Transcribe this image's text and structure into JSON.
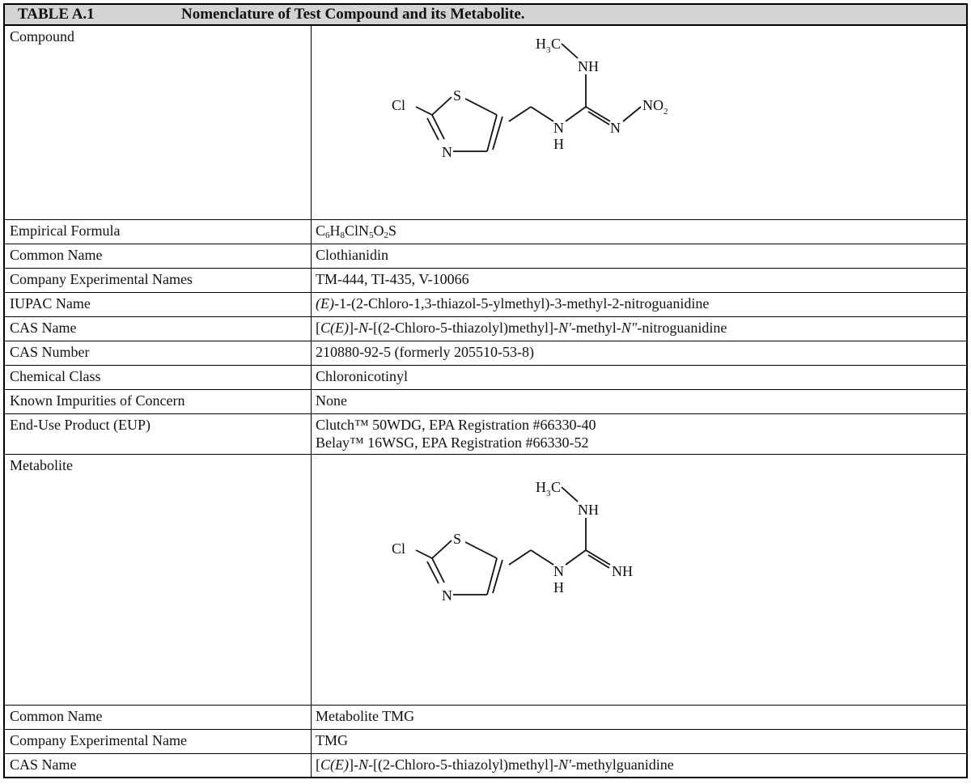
{
  "table": {
    "number": "TABLE A.1",
    "title": "Nomenclature of Test Compound and its Metabolite."
  },
  "compound": {
    "section_label": "Compound",
    "structure_labels": {
      "methyl": "H",
      "methyl_sub": "3",
      "methyl_c": "C",
      "nh_top": "NH",
      "cl": "Cl",
      "s": "S",
      "n_ring": "N",
      "n_link": "N",
      "h_link": "H",
      "n_imine": "N",
      "no2": "NO",
      "no2_sub": "2"
    },
    "empirical_formula_label": "Empirical Formula",
    "empirical_formula": {
      "c": "C",
      "c_n": "6",
      "h": "H",
      "h_n": "8",
      "cln": "ClN",
      "n_n": "5",
      "o": "O",
      "o_n": "2",
      "s": "S"
    },
    "common_name_label": "Common Name",
    "common_name": "Clothianidin",
    "experimental_names_label": "Company Experimental Names",
    "experimental_names": "TM-444, TI-435, V-10066",
    "iupac_label": "IUPAC Name",
    "iupac_italic": "(E)",
    "iupac_rest": "-1-(2-Chloro-1,3-thiazol-5-ylmethyl)-3-methyl-2-nitroguanidine",
    "cas_name_label": "CAS Name",
    "cas_name": {
      "p1": "[",
      "p2": "C(E)",
      "p3": "]-",
      "p4": "N",
      "p5": "-[(2-Chloro-5-thiazolyl)methyl]-",
      "p6": "N'",
      "p7": "-methyl-",
      "p8": "N\"",
      "p9": "-nitroguanidine"
    },
    "cas_number_label": "CAS Number",
    "cas_number": "210880-92-5 (formerly 205510-53-8)",
    "chemical_class_label": "Chemical Class",
    "chemical_class": "Chloronicotinyl",
    "impurities_label": "Known Impurities of Concern",
    "impurities": "None",
    "eup_label": "End-Use Product (EUP)",
    "eup_line1": "Clutch™ 50WDG, EPA Registration #66330-40",
    "eup_line2": "Belay™ 16WSG, EPA Registration #66330-52"
  },
  "metabolite": {
    "section_label": "Metabolite",
    "structure_labels": {
      "methyl": "H",
      "methyl_sub": "3",
      "methyl_c": "C",
      "nh_top": "NH",
      "cl": "Cl",
      "s": "S",
      "n_ring": "N",
      "n_link": "N",
      "h_link": "H",
      "nh_imine": "NH"
    },
    "common_name_label": "Common Name",
    "common_name": "Metabolite TMG",
    "experimental_name_label": "Company Experimental Name",
    "experimental_name": "TMG",
    "cas_name_label": "CAS Name",
    "cas_name": {
      "p1": "[",
      "p2": "C(E)",
      "p3": "]-",
      "p4": "N",
      "p5": "-[(2-Chloro-5-thiazolyl)methyl]-",
      "p6": "N'",
      "p7": "-methylguanidine"
    }
  }
}
